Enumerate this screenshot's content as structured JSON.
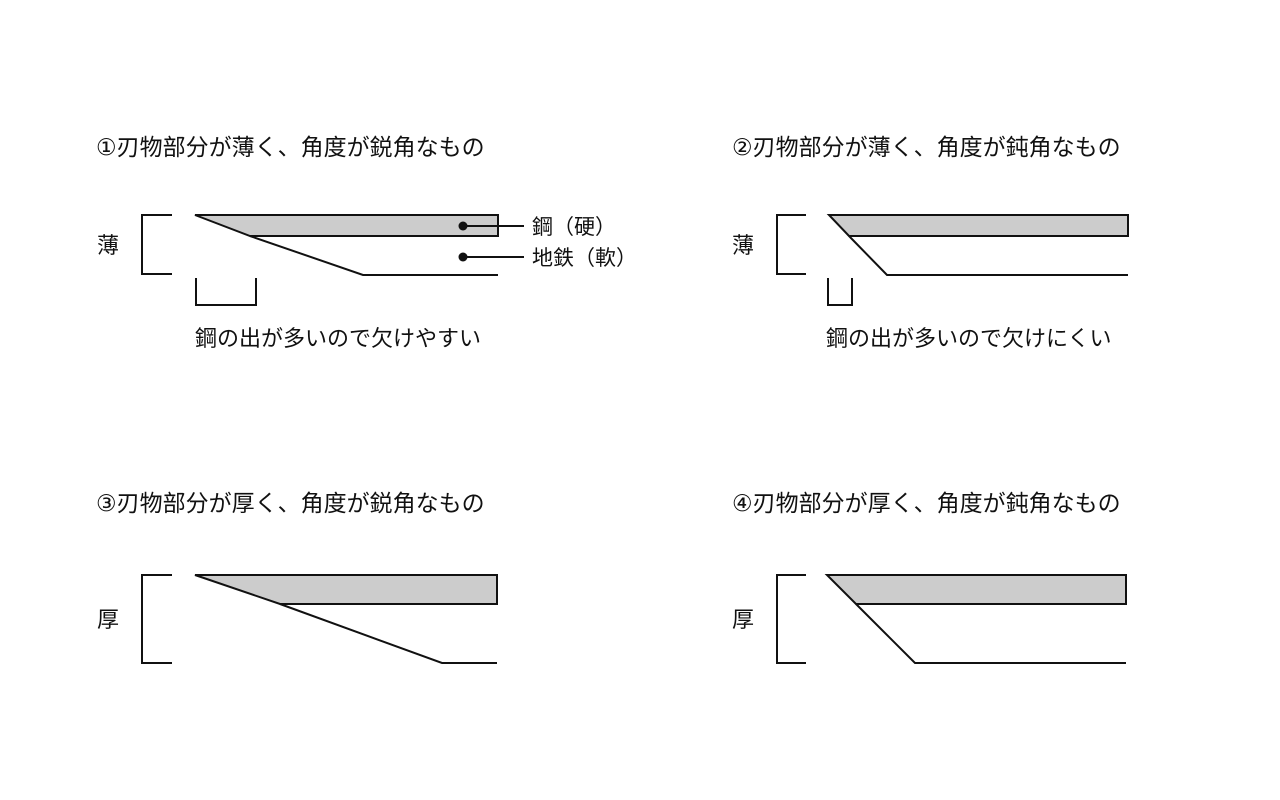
{
  "panels": [
    {
      "title": "①刃物部分が薄く、角度が鋭角なもの",
      "side_label": "薄",
      "note": "鋼の出が多いので欠けやすい"
    },
    {
      "title": "②刃物部分が薄く、角度が鈍角なもの",
      "side_label": "薄",
      "note": "鋼の出が多いので欠けにくい"
    },
    {
      "title": "③刃物部分が厚く、角度が鋭角なもの",
      "side_label": "厚",
      "note": ""
    },
    {
      "title": "④刃物部分が厚く、角度が鈍角なもの",
      "side_label": "厚",
      "note": ""
    }
  ],
  "legend": {
    "steel_label": "鋼（硬）",
    "iron_label": "地鉄（軟）"
  },
  "colors": {
    "steel_fill": "#cccccc",
    "line": "#111111"
  }
}
